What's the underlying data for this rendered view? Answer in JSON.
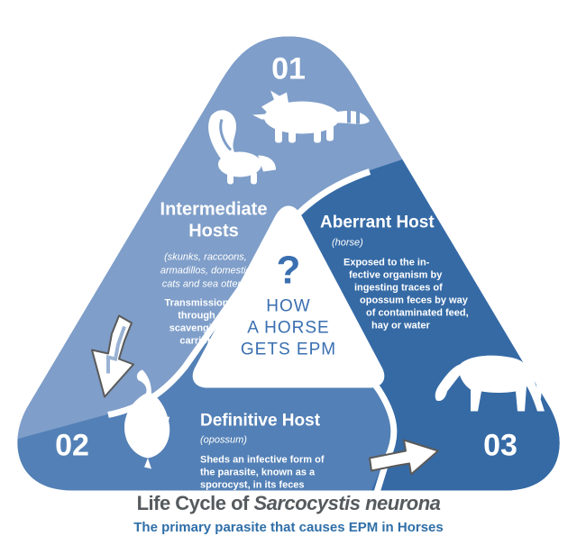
{
  "numbers": {
    "first": "01",
    "second": "02",
    "third": "03"
  },
  "center": {
    "symbol": "?",
    "line1": "HOW",
    "line2": "A HORSE",
    "line3": "GETS EPM"
  },
  "intermediate": {
    "title_line1": "Intermediate",
    "title_line2": "Hosts",
    "examples": [
      "(skunks, raccoons,",
      "armadillos, domestic",
      "cats and sea otters)"
    ],
    "note": [
      "Transmission",
      "through",
      "scavenging",
      "carrion"
    ]
  },
  "aberrant": {
    "title": "Aberrant Host",
    "subtitle": "(horse)",
    "description": [
      "Exposed to the in-",
      "fective organism by",
      "ingesting traces of",
      "opossum feces by way",
      "of contaminated feed,",
      "hay or water"
    ]
  },
  "definitive": {
    "title": "Definitive Host",
    "subtitle": "(opossum)",
    "description": [
      "Sheds an infective form of",
      "the parasite, known as a",
      "sporocyst, in its feces"
    ]
  },
  "footer": {
    "title_prefix": "Life Cycle of ",
    "title_species": "Sarcocystis neurona",
    "subtitle": "The primary parasite that causes EPM in Horses"
  },
  "colors": {
    "top_segment": "#7f9ec9",
    "left_segment": "#5380b6",
    "right_segment": "#356aa5",
    "center": "#ffffff",
    "center_text": "#3a6fb0",
    "footer_title": "#555a5e",
    "footer_subtitle": "#2f6fa8"
  },
  "icons": [
    "raccoon-icon",
    "skunk-icon",
    "opossum-icon",
    "horse-icon",
    "arrow-down-left-icon",
    "arrow-right-icon"
  ]
}
